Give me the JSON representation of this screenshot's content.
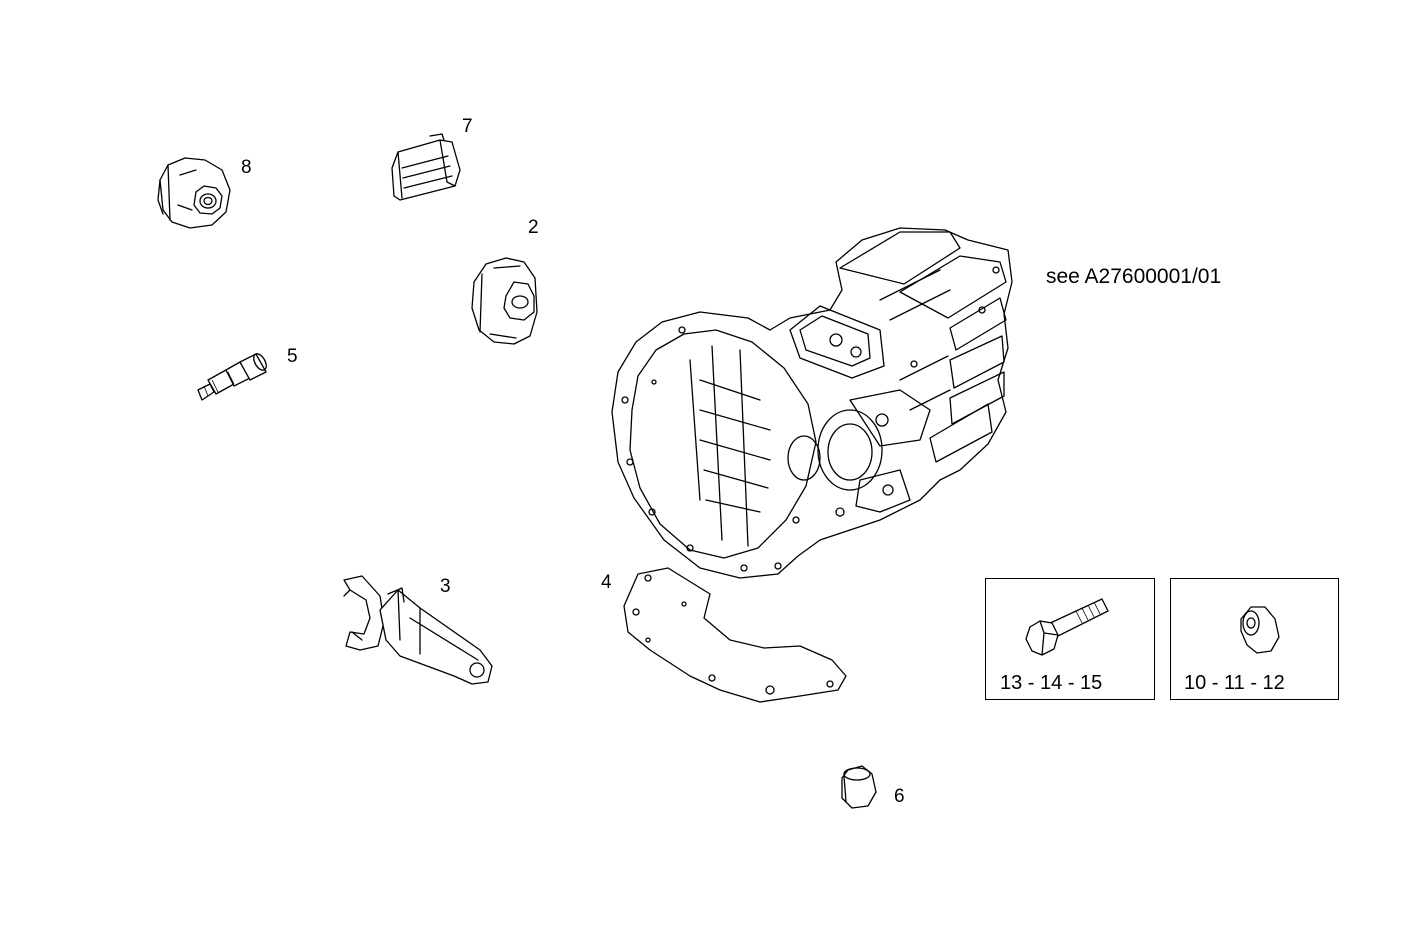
{
  "diagram": {
    "reference_note": "see A27600001/01",
    "parts": [
      {
        "id": "part-8",
        "callout": "8",
        "icon": "mount-bushing-icon"
      },
      {
        "id": "part-7",
        "callout": "7",
        "icon": "rubber-cap-icon"
      },
      {
        "id": "part-2",
        "callout": "2",
        "icon": "grommet-icon"
      },
      {
        "id": "part-5",
        "callout": "5",
        "icon": "breather-valve-icon"
      },
      {
        "id": "part-3",
        "callout": "3",
        "icon": "clutch-fork-icon"
      },
      {
        "id": "part-4",
        "callout": "4",
        "icon": "gasket-plate-icon"
      },
      {
        "id": "part-6",
        "callout": "6",
        "icon": "plug-icon"
      },
      {
        "id": "transmission",
        "callout": "",
        "icon": "transmission-housing-icon"
      }
    ],
    "boxes": [
      {
        "id": "bolt-box",
        "label": "13 - 14 - 15",
        "icon": "bolt-icon"
      },
      {
        "id": "washer-box",
        "label": "10 - 11 - 12",
        "icon": "washer-icon"
      }
    ]
  }
}
